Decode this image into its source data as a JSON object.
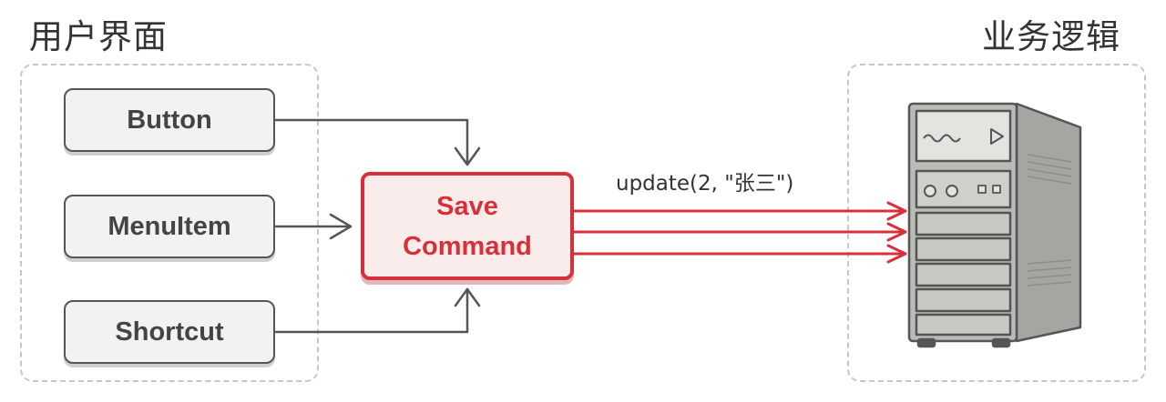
{
  "groups": {
    "ui_title": "用户界面",
    "logic_title": "业务逻辑"
  },
  "ui_elements": [
    {
      "label": "Button"
    },
    {
      "label": "MenuItem"
    },
    {
      "label": "Shortcut"
    }
  ],
  "command": {
    "line1": "Save",
    "line2": "Command"
  },
  "call_label": "update(2, \"张三\")",
  "colors": {
    "accent_red": "#d8303b",
    "ui_border": "#555555",
    "dashed_border": "#c7c7c7",
    "server_body": "#b9bbb6"
  },
  "icons": [
    "server-icon",
    "arrow-right-icon",
    "arrow-down-icon",
    "arrow-up-icon"
  ]
}
